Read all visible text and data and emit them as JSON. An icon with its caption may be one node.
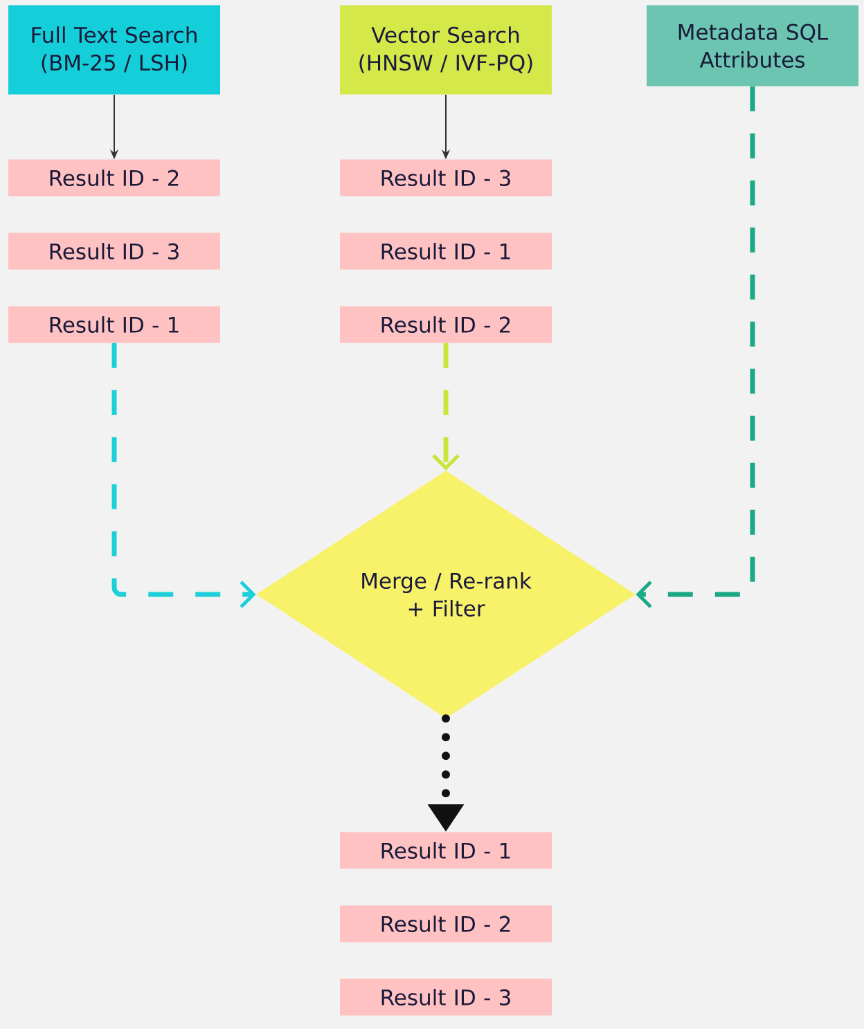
{
  "diagram": {
    "nodes": [
      {
        "text": [
          "Full Text Search (BM-25 / LSH)"
        ]
      },
      {
        "text": [
          "Vector Search (HNSW / IVF-PQ)"
        ]
      },
      {
        "text": [
          "Metadata SQL Attributes"
        ]
      },
      {
        "text": [
          "Result ID - 2"
        ]
      },
      {
        "text": [
          "Result ID - 3"
        ]
      },
      {
        "text": [
          "Result ID - 1"
        ]
      },
      {
        "text": [
          "Result ID - 3"
        ]
      },
      {
        "text": [
          "Result ID - 1"
        ]
      },
      {
        "text": [
          "Result ID - 2"
        ]
      },
      {
        "text": [
          "Merge / Re-rank + Filter"
        ]
      },
      {
        "text": [
          "Result ID - 1"
        ]
      },
      {
        "text": [
          "Result ID - 2"
        ]
      },
      {
        "text": [
          "Result ID - 3"
        ]
      }
    ],
    "edges": [
      {
        "from": 0,
        "to": 3,
        "arrow": "to"
      },
      {
        "from": 1,
        "to": 6,
        "arrow": "to"
      },
      {
        "from": 5,
        "to": 9,
        "arrow": "to",
        "style": "dashed",
        "color": "#1ccfd9"
      },
      {
        "from": 8,
        "to": 9,
        "arrow": "to",
        "style": "dashed",
        "color": "#c9e53a"
      },
      {
        "from": 2,
        "to": 9,
        "arrow": "to",
        "style": "dashed",
        "color": "#1aa886"
      },
      {
        "from": 9,
        "to": 10,
        "arrow": "to",
        "style": "dashed",
        "color": "#111111"
      }
    ]
  }
}
